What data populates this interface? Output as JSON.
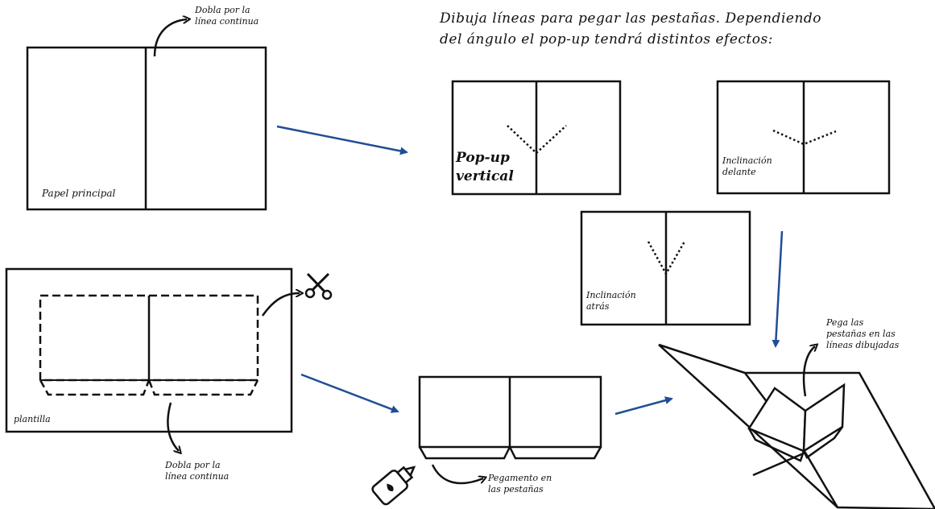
{
  "title": "Dibuja líneas para pegar las pestañas. Dependiendo\ndel ángulo el pop-up tendrá distintos efectos:",
  "labels": {
    "fold_top": "Dobla por la\nlínea continua",
    "main_paper": "Papel principal",
    "popup_vertical": "Pop-up\nvertical",
    "tilt_front": "Inclinación\ndelante",
    "tilt_back": "Inclinación\natrás",
    "template": "plantilla",
    "fold_bottom": "Dobla por la\nlínea continua",
    "glue": "Pegamento en\nlas pestañas",
    "stick_tabs": "Pega las\npestañas en las\nlíneas dibujadas"
  },
  "icons": {
    "scissors": "scissors-icon",
    "glue": "glue-bottle-icon"
  },
  "colors": {
    "arrow_blue": "#1f4e96",
    "ink": "#111111"
  }
}
